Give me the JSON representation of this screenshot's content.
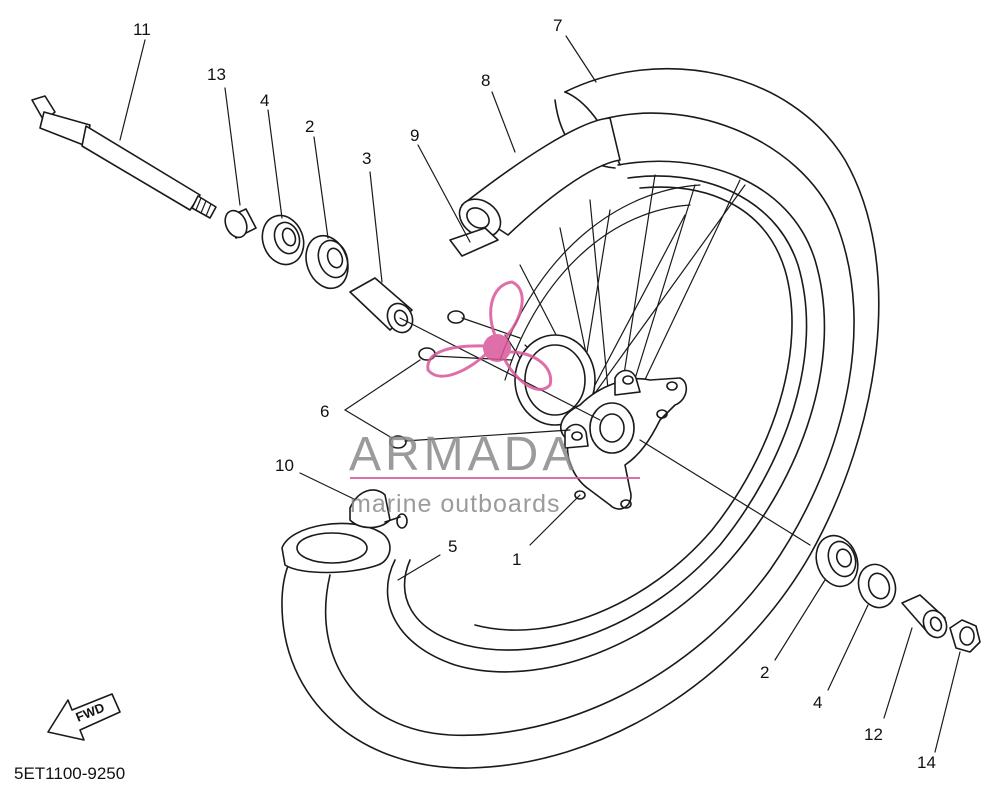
{
  "diagram": {
    "part_code": "5ET1100-9250",
    "direction_label": "FWD",
    "callouts": {
      "c1": "1",
      "c2a": "2",
      "c2b": "2",
      "c3": "3",
      "c4a": "4",
      "c4b": "4",
      "c5": "5",
      "c6": "6",
      "c7": "7",
      "c8": "8",
      "c9": "9",
      "c10": "10",
      "c11": "11",
      "c12": "12",
      "c13": "13",
      "c14": "14"
    }
  },
  "watermark": {
    "brand": "ARMADA",
    "tagline": "marine outboards",
    "accent_color": "#d9579a"
  }
}
